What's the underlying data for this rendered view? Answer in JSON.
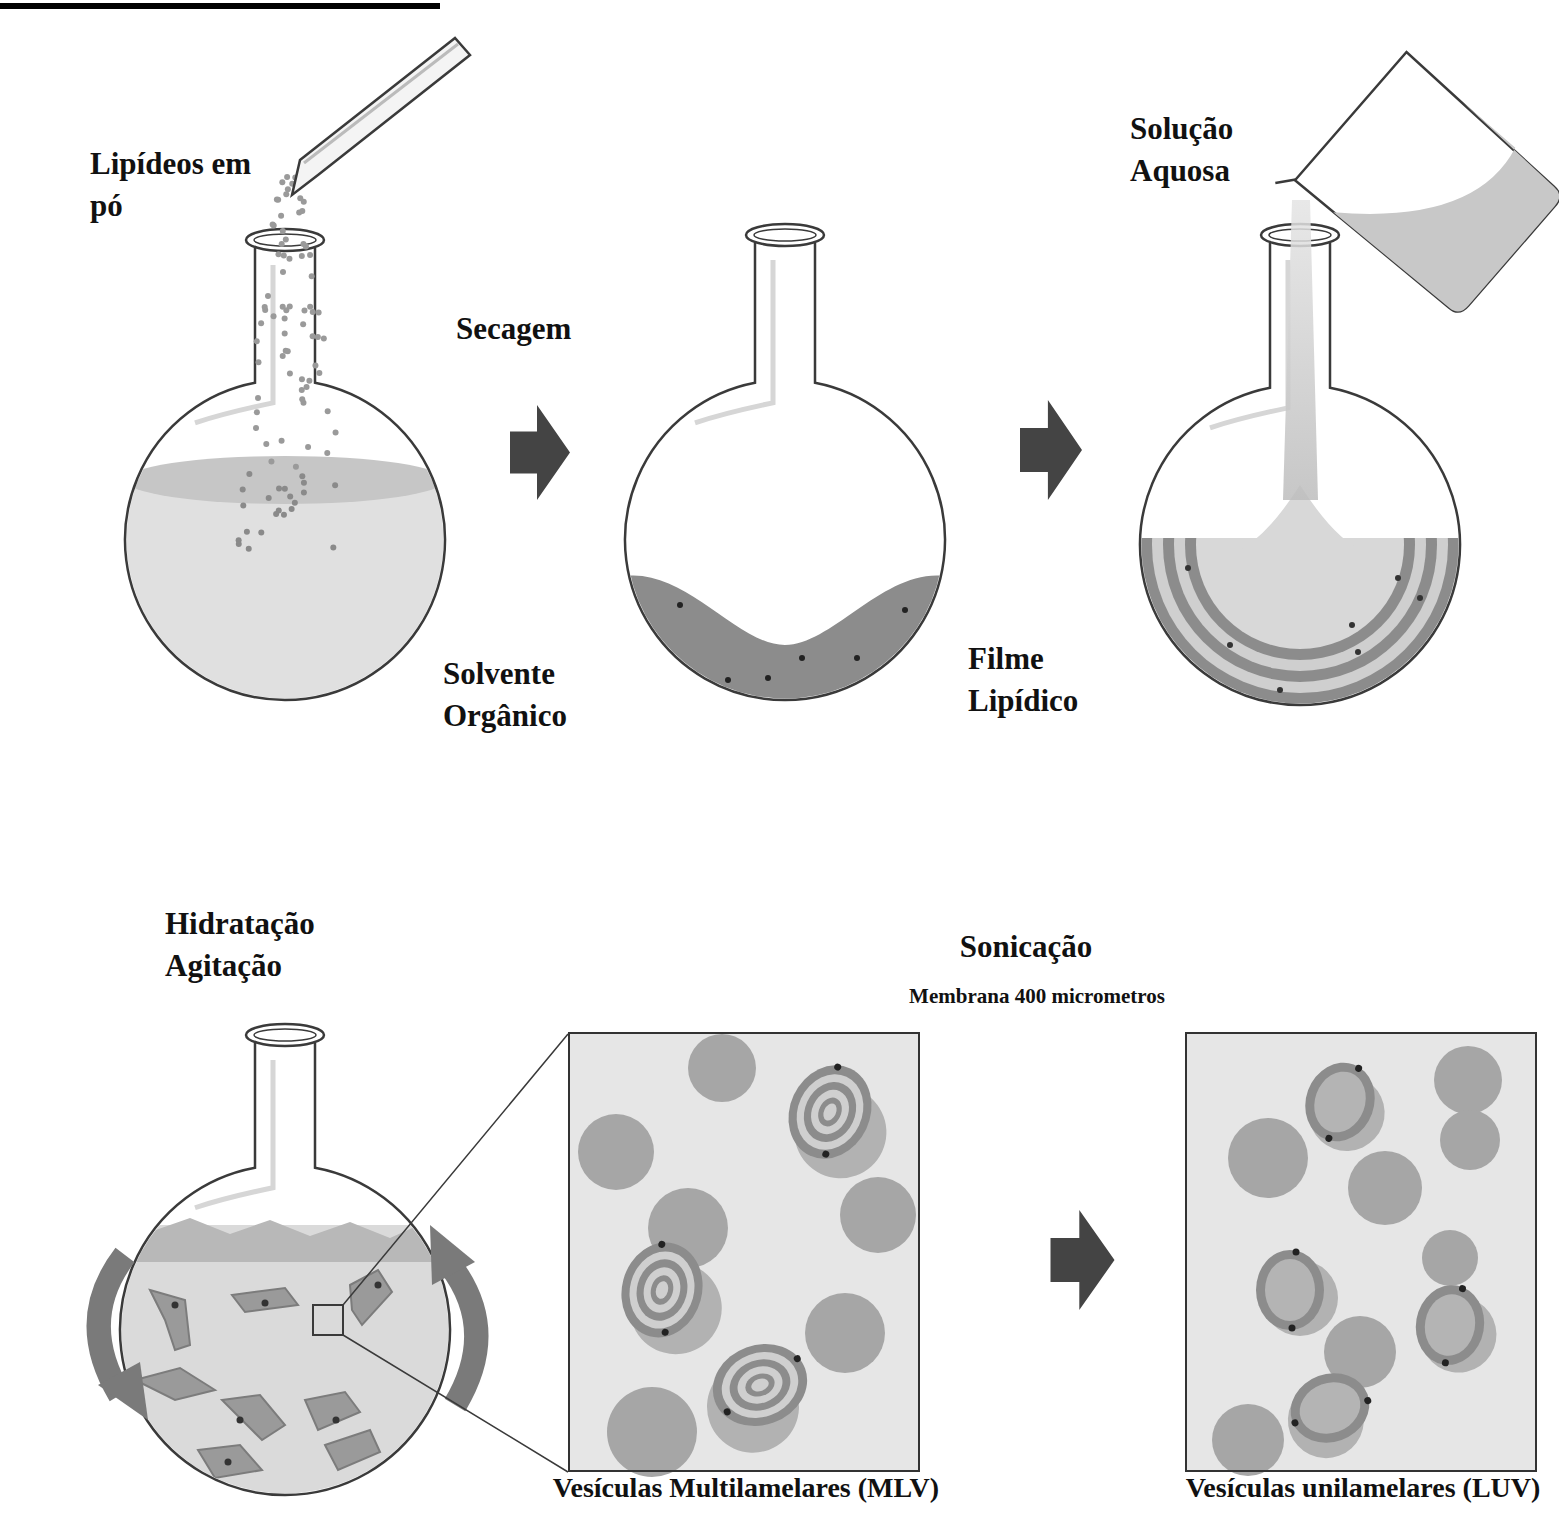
{
  "diagram": {
    "nodes": [
      {
        "text": [
          "Vesículas Multilamelares (MLV)"
        ]
      },
      {
        "text": [
          "Vesículas unilamelares (LUV)"
        ]
      }
    ],
    "edges": [
      {
        "from": 0,
        "to": 1,
        "arrow": "to"
      }
    ],
    "labels": [
      "Lipídeos em pó",
      "Secagem",
      "Solvente Orgânico",
      "Filme Lipídico",
      "Solução Aquosa",
      "Hidratação Agitação",
      "Sonicação",
      "Membrana 400 micrometros"
    ]
  }
}
